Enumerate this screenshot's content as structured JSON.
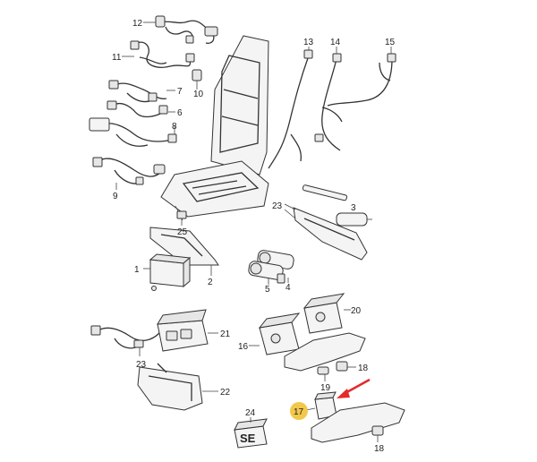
{
  "callouts": {
    "c1": "1",
    "c2": "2",
    "c3": "3",
    "c4": "4",
    "c5": "5",
    "c6": "6",
    "c7": "7",
    "c8": "8",
    "c9": "9",
    "c10": "10",
    "c11": "11",
    "c12": "12",
    "c13": "13",
    "c14": "14",
    "c15": "15",
    "c16": "16",
    "c17": "17",
    "c18a": "18",
    "c18b": "18",
    "c19": "19",
    "c20": "20",
    "c21": "21",
    "c22": "22",
    "c23a": "23",
    "c23b": "23",
    "c24": "24",
    "c25": "25"
  },
  "highlight": {
    "part": "17",
    "badge_color": "#f2c84b",
    "arrow_color": "#e32b2b"
  },
  "box_label": "SE"
}
